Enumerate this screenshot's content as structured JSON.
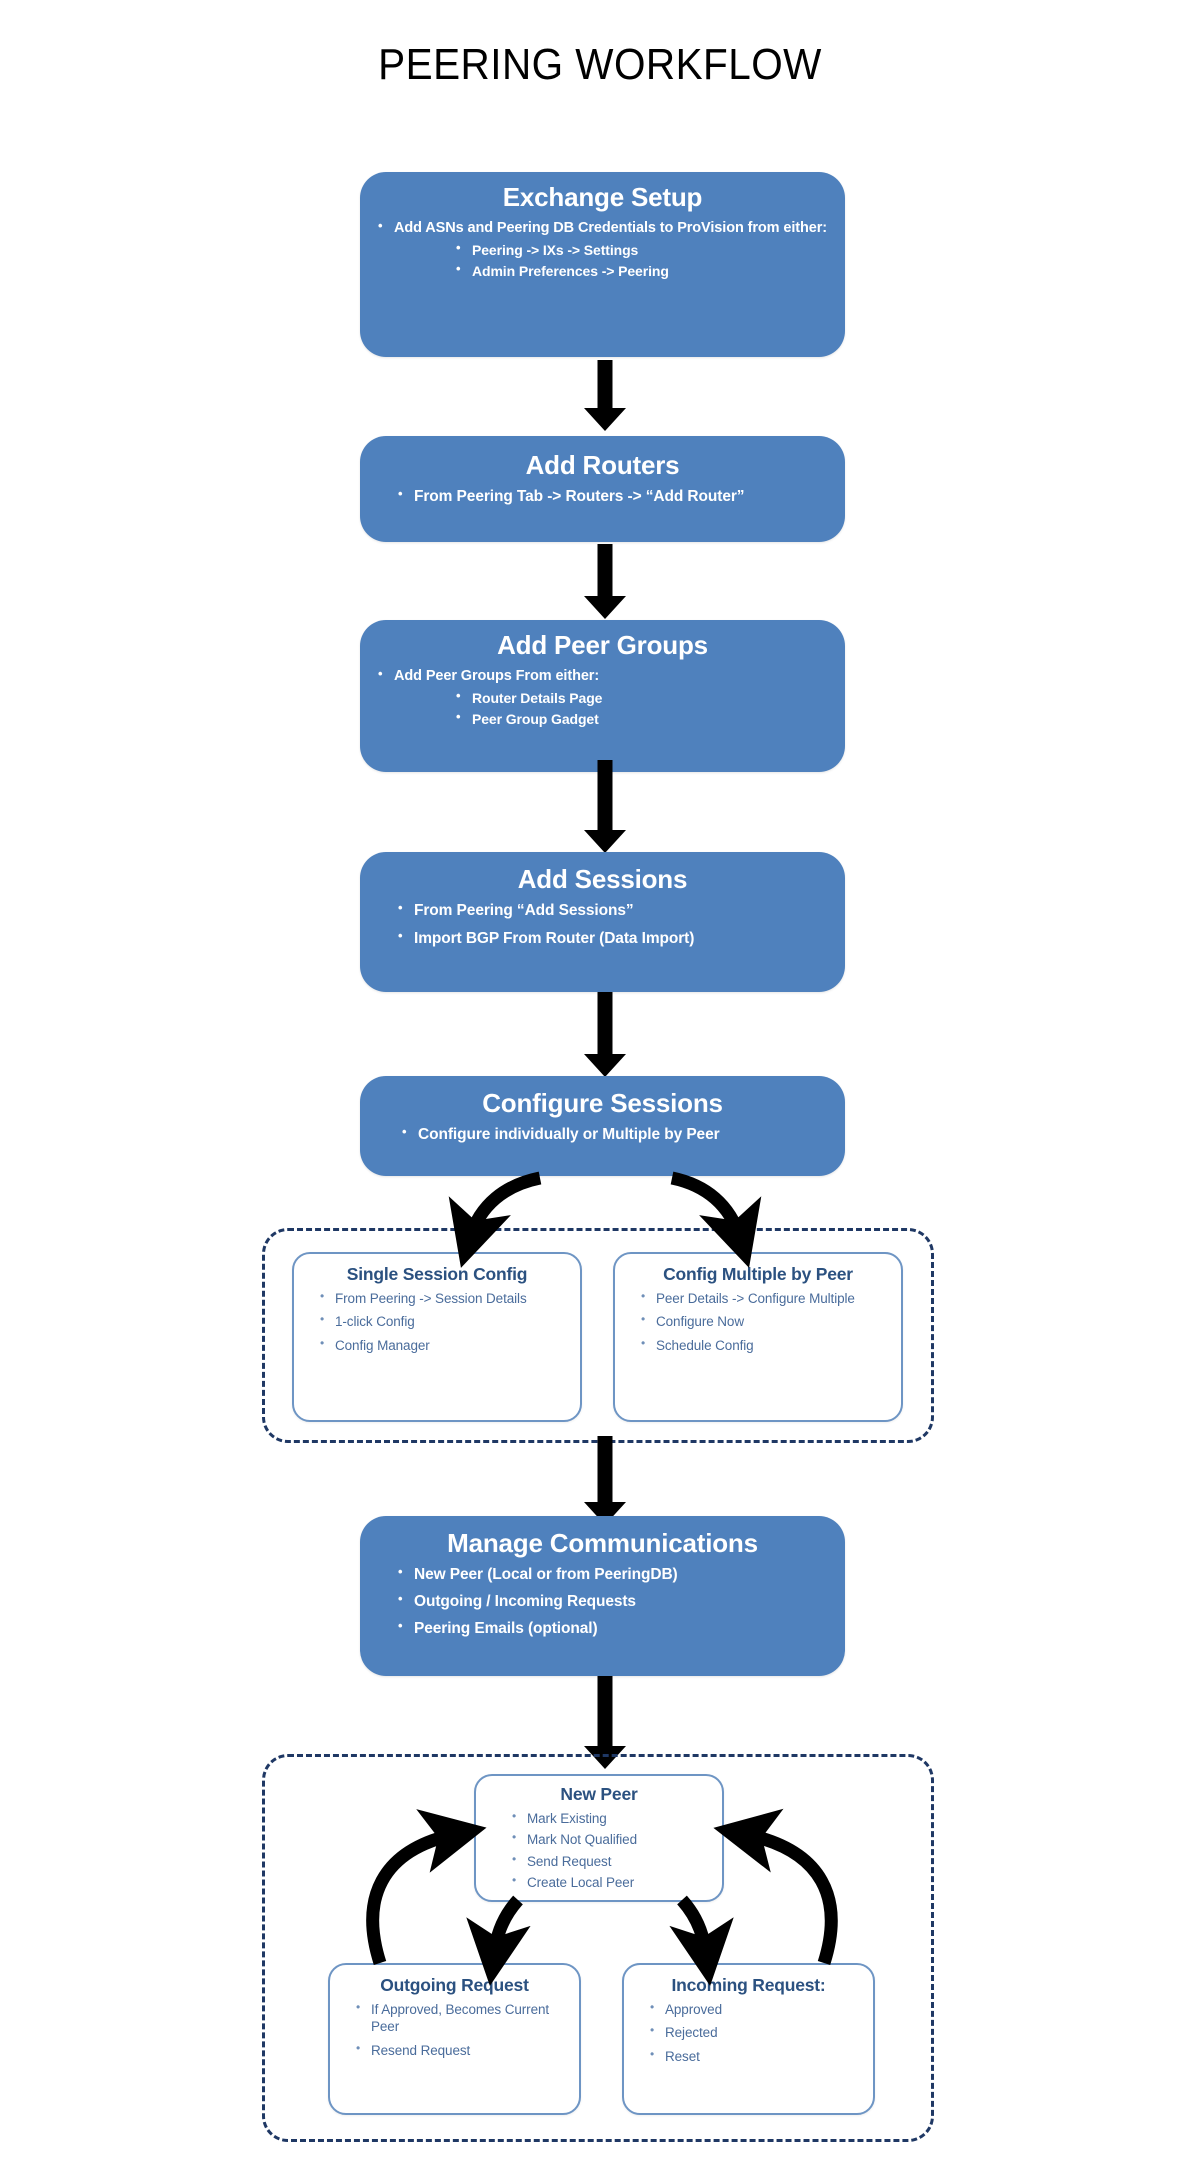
{
  "page": {
    "title": "PEERING WORKFLOW"
  },
  "colors": {
    "stage_fill": "#4f81bd",
    "stage_text": "#ffffff",
    "subbox_border": "#6e95c4",
    "subbox_title_text": "#2b5180",
    "subbox_body_text": "#4a6c9b",
    "dashed_border": "#1f3864",
    "arrow": "#000000",
    "background": "#ffffff"
  },
  "flow": {
    "stages": [
      {
        "id": "exchange-setup",
        "title": "Exchange Setup",
        "bullets": [
          "Add ASNs and Peering DB Credentials to ProVision from either:"
        ],
        "sub_bullets": [
          "Peering -> IXs -> Settings",
          "Admin Preferences -> Peering"
        ]
      },
      {
        "id": "add-routers",
        "title": "Add Routers",
        "bullets": [
          "From Peering Tab -> Routers -> “Add Router”"
        ],
        "sub_bullets": []
      },
      {
        "id": "add-peer-groups",
        "title": "Add Peer Groups",
        "bullets": [
          "Add Peer Groups From either:"
        ],
        "sub_bullets": [
          "Router Details Page",
          "Peer Group Gadget"
        ]
      },
      {
        "id": "add-sessions",
        "title": "Add Sessions",
        "bullets": [
          "From  Peering “Add Sessions”",
          "Import BGP From Router (Data Import)"
        ],
        "sub_bullets": []
      },
      {
        "id": "configure-sessions",
        "title": "Configure Sessions",
        "bullets": [
          "Configure individually or Multiple by Peer"
        ],
        "sub_bullets": []
      },
      {
        "id": "manage-communications",
        "title": "Manage Communications",
        "bullets": [
          "New Peer (Local or from PeeringDB)",
          "Outgoing / Incoming Requests",
          "Peering Emails (optional)"
        ],
        "sub_bullets": []
      }
    ],
    "config_group": {
      "id": "config-options-group",
      "boxes": [
        {
          "id": "single-session-config",
          "title": "Single Session Config",
          "bullets": [
            "From Peering -> Session Details",
            "1-click Config",
            "Config Manager"
          ]
        },
        {
          "id": "config-multiple-by-peer",
          "title": "Config Multiple by Peer",
          "bullets": [
            "Peer Details -> Configure Multiple",
            "Configure Now",
            "Schedule Config"
          ]
        }
      ]
    },
    "peer_group": {
      "id": "peer-request-group",
      "boxes": [
        {
          "id": "new-peer",
          "title": "New Peer",
          "bullets": [
            "Mark Existing",
            "Mark Not Qualified",
            "Send Request",
            "Create Local Peer"
          ]
        },
        {
          "id": "outgoing-request",
          "title": "Outgoing Request",
          "bullets": [
            "If Approved, Becomes Current Peer",
            "Resend Request"
          ]
        },
        {
          "id": "incoming-request",
          "title": "Incoming Request:",
          "bullets": [
            "Approved",
            "Rejected",
            "Reset"
          ]
        }
      ]
    }
  }
}
